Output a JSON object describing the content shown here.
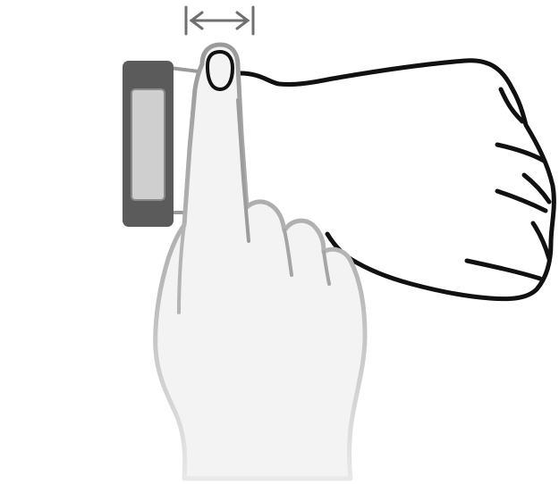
{
  "illustration": {
    "subject": "wristband-wearing-position",
    "elements": [
      "forearm",
      "fitness-band",
      "index-finger",
      "measurement-arrow"
    ],
    "colors": {
      "outline": "#111111",
      "band_dark": "#5b5b5b",
      "band_screen": "#cfcfcf",
      "band_screen_edge": "#8a8a8a",
      "arm_faded": "#a8a8a8",
      "hand_fill": "#f3f3f3",
      "hand_outline": "#bdbdbd",
      "arrow": "#6f6f6f"
    }
  }
}
